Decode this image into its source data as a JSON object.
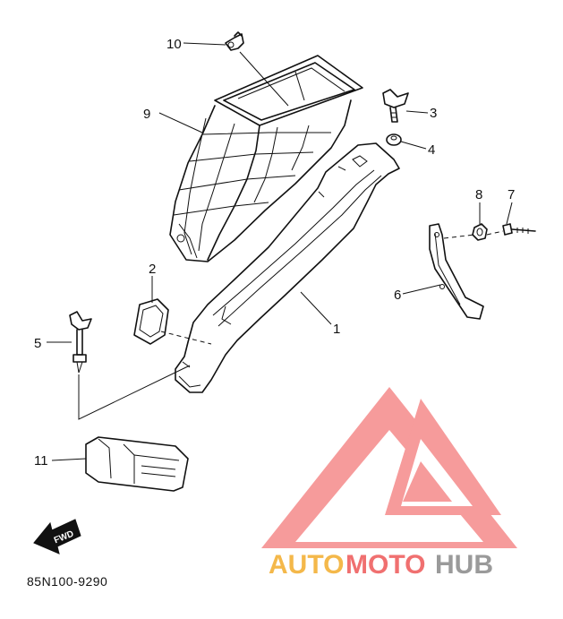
{
  "callouts": [
    {
      "id": "1",
      "label": "1"
    },
    {
      "id": "2",
      "label": "2"
    },
    {
      "id": "3",
      "label": "3"
    },
    {
      "id": "4",
      "label": "4"
    },
    {
      "id": "5",
      "label": "5"
    },
    {
      "id": "6",
      "label": "6"
    },
    {
      "id": "7",
      "label": "7"
    },
    {
      "id": "8",
      "label": "8"
    },
    {
      "id": "9",
      "label": "9"
    },
    {
      "id": "10",
      "label": "10"
    },
    {
      "id": "11",
      "label": "11"
    }
  ],
  "diagram_code": "85N100-9290",
  "fwd_label": "FWD",
  "watermark": {
    "part1": "AUTO",
    "part2": "MOTO",
    "part3": "HUB",
    "color_light": "#f4b84a",
    "color_red": "#f07070",
    "color_gray": "#9a9a9a"
  }
}
